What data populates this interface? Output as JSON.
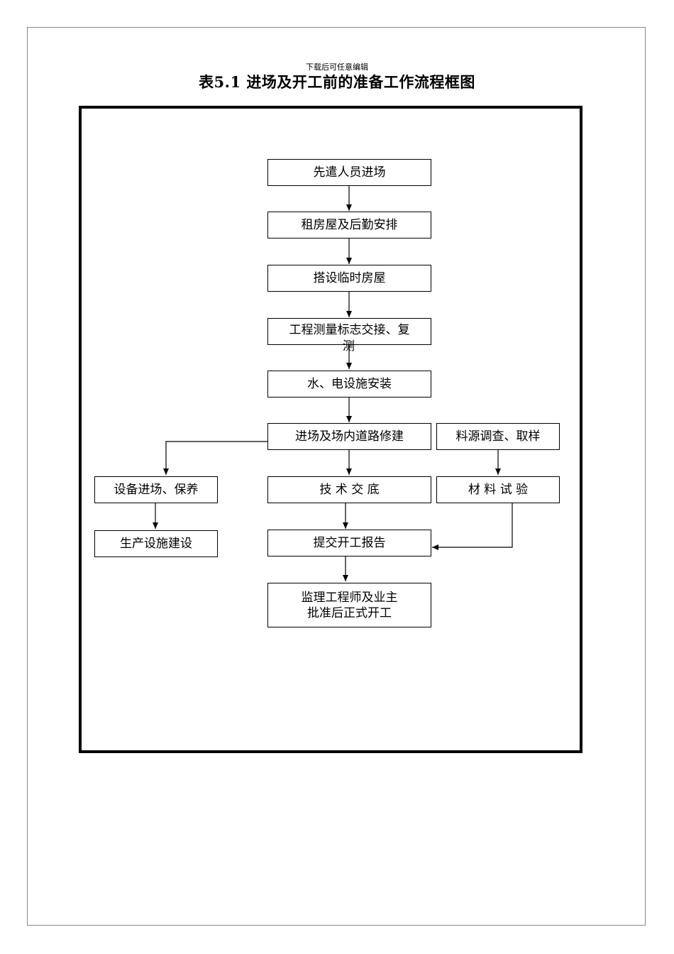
{
  "header": {
    "note": "下载后可任意编辑",
    "title": "表5.1  进场及开工前的准备工作流程框图"
  },
  "nodes": {
    "advance_team": "先遣人员进场",
    "housing": "租房屋及后勤安排",
    "temp_housing": "搭设临时房屋",
    "survey_line1": "工程测量标志交接、复",
    "survey_line2": "测",
    "water_power": "水、电设施安装",
    "site_roads": "进场及场内道路修建",
    "material_survey": "料源调查、取样",
    "equipment": "设备进场、保养",
    "tech_briefing": "技 术 交 底",
    "material_test": "材 料 试 验",
    "production_facilities": "生产设施建设",
    "submit_report": "提交开工报告",
    "approval_line1": "监理工程师及业主",
    "approval_line2": "批准后正式开工"
  },
  "colors": {
    "stroke": "#000000",
    "page_border": "#888888",
    "background": "#ffffff"
  }
}
